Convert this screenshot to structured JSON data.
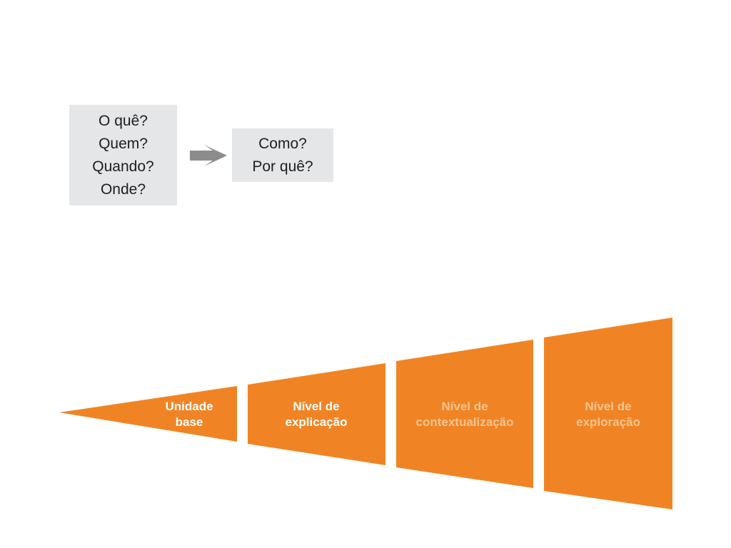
{
  "questions_box": {
    "lines": [
      "O quê?",
      "Quem?",
      "Quando?",
      "Onde?"
    ]
  },
  "answers_box": {
    "lines": [
      "Como?",
      "Por quê?"
    ]
  },
  "colors": {
    "box_fill": "#e5e6e8",
    "arrow": "#8c8c8c",
    "segment_fill": "#f08424",
    "label_white": "#ffffff",
    "label_light": "#f8c48e",
    "question_text": "#1e1e1e"
  },
  "segments": [
    {
      "line1": "Unidade",
      "line2": "base",
      "label_color": "#ffffff"
    },
    {
      "line1": "Nível de",
      "line2": "explicação",
      "label_color": "#ffffff"
    },
    {
      "line1": "Nível de",
      "line2": "contextualização",
      "label_color": "#f8c48e"
    },
    {
      "line1": "Nível de",
      "line2": "exploração",
      "label_color": "#f8c48e"
    }
  ]
}
